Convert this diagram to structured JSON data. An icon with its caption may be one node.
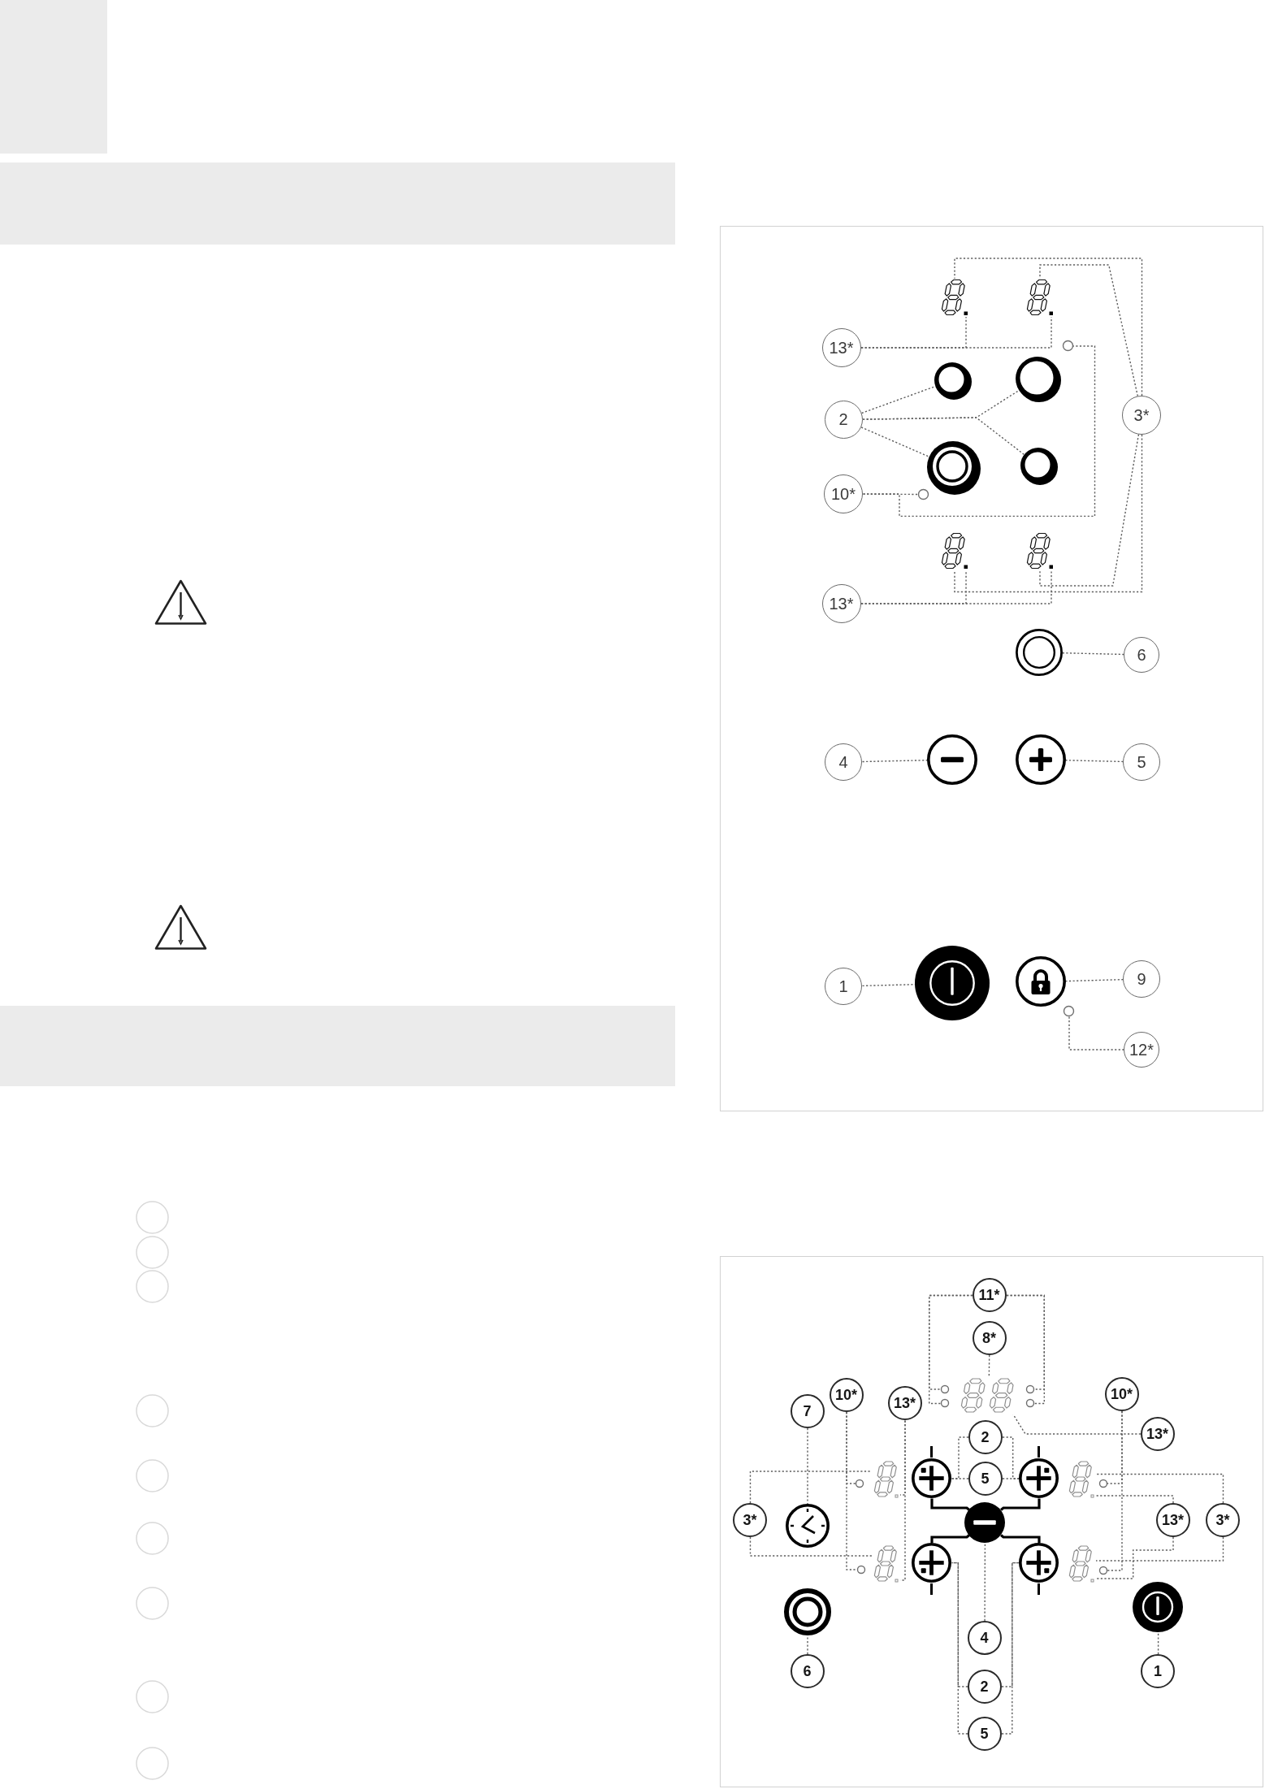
{
  "diagram": {
    "nodes": [
      {
        "text": [],
        "shape": "box"
      },
      {
        "text": [],
        "shape": "picture",
        "in": 0
      },
      {
        "text": [],
        "shape": "picture",
        "in": 0
      },
      {
        "text": [
          "13*"
        ],
        "in": 0
      },
      {
        "text": [],
        "shape": "circle",
        "in": 0
      },
      {
        "text": [],
        "shape": "picture",
        "in": 0
      },
      {
        "text": [],
        "shape": "picture",
        "in": 0
      },
      {
        "text": [
          "2"
        ],
        "in": 0
      },
      {
        "text": [
          "3*"
        ],
        "in": 0
      },
      {
        "text": [],
        "shape": "picture",
        "in": 0
      },
      {
        "text": [],
        "shape": "picture",
        "in": 0
      },
      {
        "text": [
          "10*"
        ],
        "in": 0
      },
      {
        "text": [],
        "shape": "circle",
        "in": 0
      },
      {
        "text": [],
        "shape": "picture",
        "in": 0
      },
      {
        "text": [],
        "shape": "picture",
        "in": 0
      },
      {
        "text": [
          "13*"
        ],
        "in": 0
      },
      {
        "text": [],
        "shape": "picture",
        "in": 0
      },
      {
        "text": [
          "6"
        ],
        "in": 0
      },
      {
        "text": [
          "4"
        ],
        "in": 0
      },
      {
        "text": [],
        "shape": "picture",
        "in": 0
      },
      {
        "text": [],
        "shape": "picture",
        "in": 0
      },
      {
        "text": [
          "5"
        ],
        "in": 0
      },
      {
        "text": [
          "1"
        ],
        "in": 0
      },
      {
        "text": [],
        "shape": "picture",
        "in": 0
      },
      {
        "text": [],
        "shape": "picture",
        "in": 0
      },
      {
        "text": [
          "9"
        ],
        "in": 0
      },
      {
        "text": [],
        "shape": "circle",
        "in": 0
      },
      {
        "text": [
          "12*"
        ],
        "in": 0
      },
      {
        "text": [],
        "shape": "box"
      },
      {
        "text": [
          "11*"
        ],
        "in": 28
      },
      {
        "text": [
          "8*"
        ],
        "in": 28
      },
      {
        "text": [],
        "shape": "circle",
        "in": 28
      },
      {
        "text": [],
        "shape": "circle",
        "in": 28
      },
      {
        "text": [],
        "shape": "picture",
        "in": 28
      },
      {
        "text": [],
        "shape": "circle",
        "in": 28
      },
      {
        "text": [],
        "shape": "circle",
        "in": 28
      },
      {
        "text": [
          "10*"
        ],
        "in": 28
      },
      {
        "text": [
          "10*"
        ],
        "in": 28
      },
      {
        "text": [
          "7"
        ],
        "in": 28
      },
      {
        "text": [
          "13*"
        ],
        "in": 28
      },
      {
        "text": [
          "13*"
        ],
        "in": 28
      },
      {
        "text": [
          "2"
        ],
        "in": 28
      },
      {
        "text": [
          "5"
        ],
        "in": 28
      },
      {
        "text": [],
        "shape": "picture",
        "in": 28
      },
      {
        "text": [],
        "shape": "picture",
        "in": 28
      },
      {
        "text": [],
        "shape": "picture",
        "in": 28
      },
      {
        "text": [],
        "shape": "picture",
        "in": 28
      },
      {
        "text": [],
        "shape": "circle",
        "in": 28
      },
      {
        "text": [],
        "shape": "circle",
        "in": 28
      },
      {
        "text": [
          "3*"
        ],
        "in": 28
      },
      {
        "text": [],
        "shape": "picture",
        "in": 28
      },
      {
        "text": [],
        "shape": "picture",
        "in": 28
      },
      {
        "text": [
          "13*"
        ],
        "in": 28
      },
      {
        "text": [
          "3*"
        ],
        "in": 28
      },
      {
        "text": [],
        "shape": "picture",
        "in": 28
      },
      {
        "text": [],
        "shape": "picture",
        "in": 28
      },
      {
        "text": [],
        "shape": "picture",
        "in": 28
      },
      {
        "text": [],
        "shape": "picture",
        "in": 28
      },
      {
        "text": [],
        "shape": "circle",
        "in": 28
      },
      {
        "text": [],
        "shape": "circle",
        "in": 28
      },
      {
        "text": [],
        "shape": "picture",
        "in": 28
      },
      {
        "text": [],
        "shape": "picture",
        "in": 28
      },
      {
        "text": [
          "4"
        ],
        "in": 28
      },
      {
        "text": [
          "6"
        ],
        "in": 28
      },
      {
        "text": [
          "1"
        ],
        "in": 28
      },
      {
        "text": [
          "2"
        ],
        "in": 28
      },
      {
        "text": [
          "5"
        ],
        "in": 28
      },
      {
        "text": [],
        "shape": "box"
      }
    ],
    "edges": [
      {
        "from": 3,
        "to": 1,
        "arrow": "none",
        "style": "dashed"
      },
      {
        "from": 3,
        "to": 2,
        "arrow": "none",
        "style": "dashed"
      },
      {
        "from": 7,
        "to": 5,
        "arrow": "none",
        "style": "dashed"
      },
      {
        "from": 7,
        "to": 6,
        "arrow": "none",
        "style": "dashed"
      },
      {
        "from": 7,
        "to": 9,
        "arrow": "none",
        "style": "dashed"
      },
      {
        "from": 7,
        "to": 10,
        "arrow": "none",
        "style": "dashed"
      },
      {
        "from": 8,
        "to": 1,
        "arrow": "none",
        "style": "dashed"
      },
      {
        "from": 8,
        "to": 2,
        "arrow": "none",
        "style": "dashed"
      },
      {
        "from": 8,
        "to": 13,
        "arrow": "none",
        "style": "dashed"
      },
      {
        "from": 8,
        "to": 14,
        "arrow": "none",
        "style": "dashed"
      },
      {
        "from": 11,
        "to": 12,
        "arrow": "none",
        "style": "dashed"
      },
      {
        "from": 11,
        "to": 4,
        "arrow": "none",
        "style": "dashed"
      },
      {
        "from": 15,
        "to": 13,
        "arrow": "none",
        "style": "dashed"
      },
      {
        "from": 15,
        "to": 14,
        "arrow": "none",
        "style": "dashed"
      },
      {
        "from": 17,
        "to": 16,
        "arrow": "none",
        "style": "dashed"
      },
      {
        "from": 18,
        "to": 19,
        "arrow": "none",
        "style": "dashed"
      },
      {
        "from": 21,
        "to": 20,
        "arrow": "none",
        "style": "dashed"
      },
      {
        "from": 22,
        "to": 23,
        "arrow": "none",
        "style": "dashed"
      },
      {
        "from": 25,
        "to": 24,
        "arrow": "none",
        "style": "dashed"
      },
      {
        "from": 27,
        "to": 26,
        "arrow": "none",
        "style": "dashed"
      },
      {
        "from": 29,
        "to": 31,
        "arrow": "none",
        "style": "dashed"
      },
      {
        "from": 29,
        "to": 32,
        "arrow": "none",
        "style": "dashed"
      },
      {
        "from": 29,
        "to": 34,
        "arrow": "none",
        "style": "dashed"
      },
      {
        "from": 29,
        "to": 35,
        "arrow": "none",
        "style": "dashed"
      },
      {
        "from": 30,
        "to": 33,
        "arrow": "none",
        "style": "dashed"
      },
      {
        "from": 40,
        "to": 33,
        "arrow": "none",
        "style": "dashed"
      },
      {
        "from": 41,
        "to": 44,
        "arrow": "none",
        "style": "dashed"
      },
      {
        "from": 41,
        "to": 45,
        "arrow": "none",
        "style": "dashed"
      },
      {
        "from": 42,
        "to": 44,
        "arrow": "none",
        "style": "dashed"
      },
      {
        "from": 42,
        "to": 45,
        "arrow": "none",
        "style": "dashed"
      },
      {
        "from": 38,
        "to": 50,
        "arrow": "none",
        "style": "dashed"
      },
      {
        "from": 36,
        "to": 47,
        "arrow": "none",
        "style": "dashed"
      },
      {
        "from": 36,
        "to": 58,
        "arrow": "none",
        "style": "dashed"
      },
      {
        "from": 39,
        "to": 43,
        "arrow": "none",
        "style": "dashed"
      },
      {
        "from": 39,
        "to": 54,
        "arrow": "none",
        "style": "dashed"
      },
      {
        "from": 49,
        "to": 43,
        "arrow": "none",
        "style": "dashed"
      },
      {
        "from": 49,
        "to": 54,
        "arrow": "none",
        "style": "dashed"
      },
      {
        "from": 37,
        "to": 48,
        "arrow": "none",
        "style": "dashed"
      },
      {
        "from": 37,
        "to": 59,
        "arrow": "none",
        "style": "dashed"
      },
      {
        "from": 52,
        "to": 46,
        "arrow": "none",
        "style": "dashed"
      },
      {
        "from": 52,
        "to": 57,
        "arrow": "none",
        "style": "dashed"
      },
      {
        "from": 53,
        "to": 46,
        "arrow": "none",
        "style": "dashed"
      },
      {
        "from": 53,
        "to": 57,
        "arrow": "none",
        "style": "dashed"
      },
      {
        "from": 63,
        "to": 60,
        "arrow": "none",
        "style": "dashed"
      },
      {
        "from": 64,
        "to": 61,
        "arrow": "none",
        "style": "dashed"
      },
      {
        "from": 62,
        "to": 51,
        "arrow": "none",
        "style": "dashed"
      },
      {
        "from": 65,
        "to": 55,
        "arrow": "none",
        "style": "dashed"
      },
      {
        "from": 65,
        "to": 56,
        "arrow": "none",
        "style": "dashed"
      },
      {
        "from": 66,
        "to": 55,
        "arrow": "none",
        "style": "dashed"
      },
      {
        "from": 66,
        "to": 56,
        "arrow": "none",
        "style": "dashed"
      },
      {
        "from": 44,
        "to": 51,
        "arrow": "none",
        "color": "#000000"
      },
      {
        "from": 45,
        "to": 51,
        "arrow": "none",
        "color": "#000000"
      },
      {
        "from": 55,
        "to": 51,
        "arrow": "none",
        "color": "#000000"
      },
      {
        "from": 56,
        "to": 51,
        "arrow": "none",
        "color": "#000000"
      }
    ]
  }
}
